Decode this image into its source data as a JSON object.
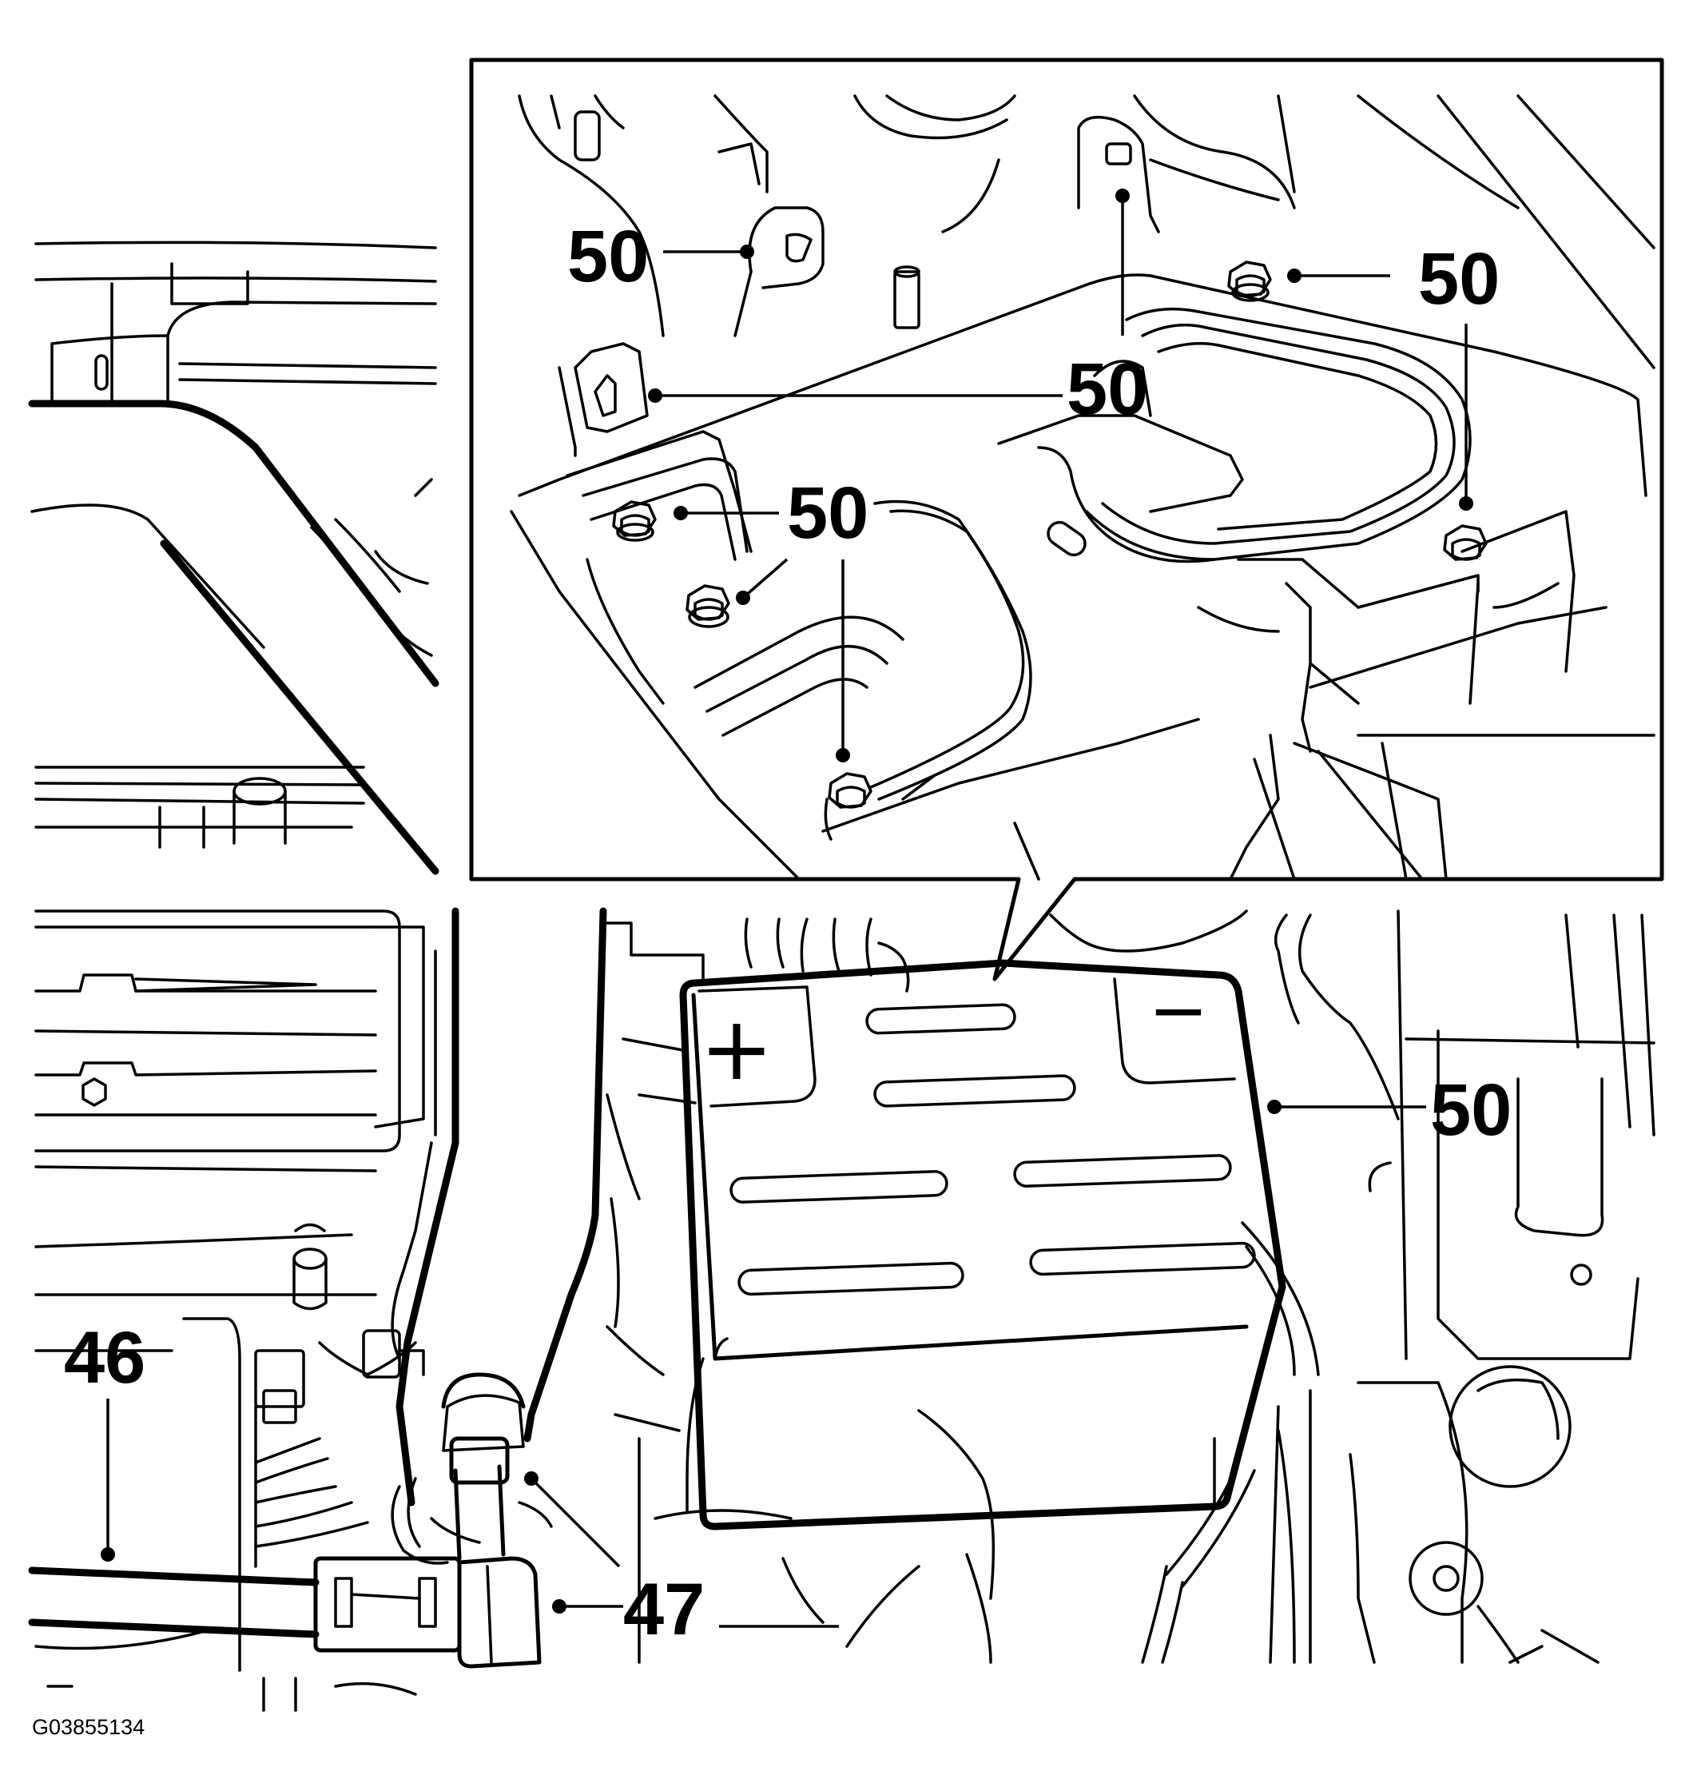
{
  "figure_id": "G03855134",
  "callouts": {
    "battery_tray_bolt_label": "50",
    "battery_label": "50",
    "wiring_harness_label": "46",
    "connector_label": "47"
  },
  "battery_terminals": {
    "positive_symbol": "+",
    "negative_symbol": "−"
  }
}
